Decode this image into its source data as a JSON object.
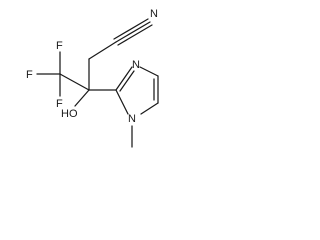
{
  "molecule": {
    "atoms": {
      "nitrile_n": "N",
      "f_left": "F",
      "f_top": "F",
      "f_bottom": "F",
      "hydroxyl": "HO",
      "ring_n3": "N",
      "ring_n1": "N"
    }
  }
}
